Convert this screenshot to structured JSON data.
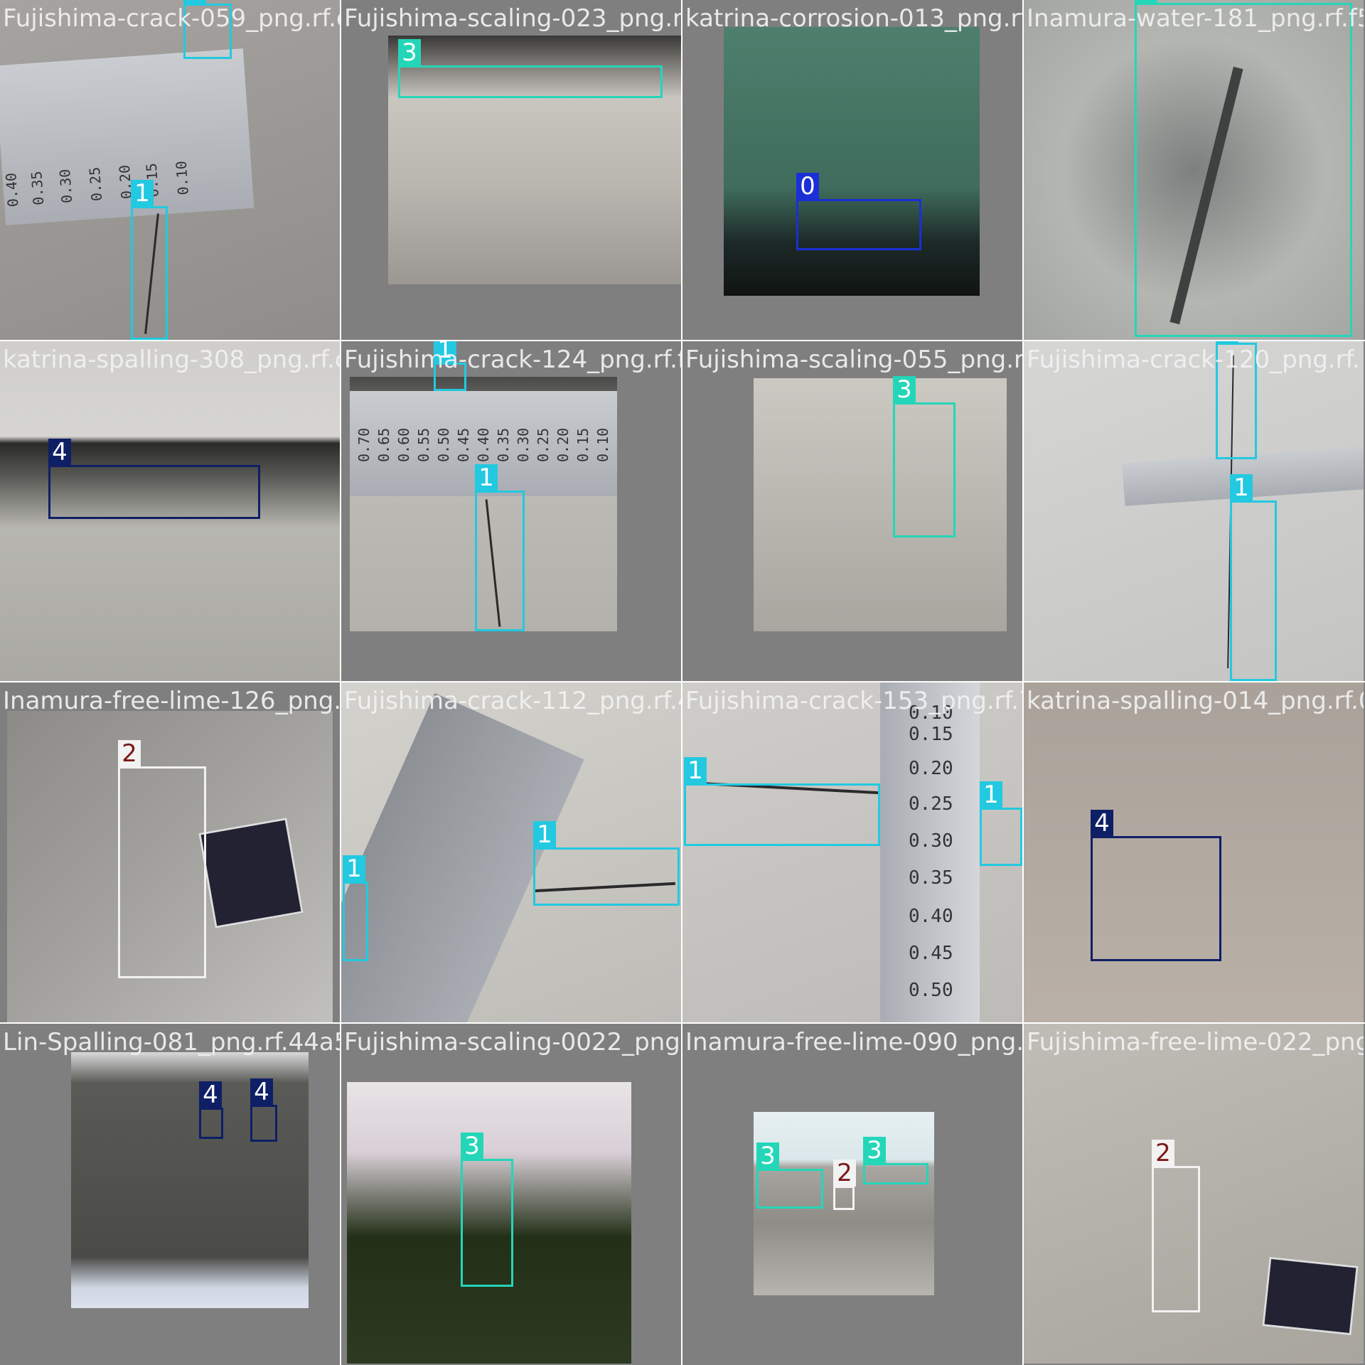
{
  "colors": {
    "class_0": "#1a2fd6",
    "class_1": "#22c9e0",
    "class_2": "#f2f2f2",
    "class_3": "#24d6b8",
    "class_4": "#0e1f66",
    "background": "#808080"
  },
  "tiles": [
    {
      "filename": "Fujishima-crack-059_png.rf.d39c99c76a3fa6",
      "boxes": [
        "1",
        "1"
      ]
    },
    {
      "filename": "Fujishima-scaling-023_png.rf.e790d9c8ed6",
      "boxes": [
        "3"
      ]
    },
    {
      "filename": "katrina-corrosion-013_png.rf.a2fa17993f93",
      "boxes": [
        "0"
      ]
    },
    {
      "filename": "Inamura-water-181_png.rf.f505cf06d53e",
      "boxes": [
        "3"
      ]
    },
    {
      "filename": "katrina-spalling-308_png.rf.c6d3b64",
      "boxes": [
        "4"
      ]
    },
    {
      "filename": "Fujishima-crack-124_png.rf.f025f412e9218",
      "boxes": [
        "1",
        "1"
      ]
    },
    {
      "filename": "Fujishima-scaling-055_png.rf.f91bf3306c3",
      "boxes": [
        "3"
      ]
    },
    {
      "filename": "Fujishima-crack-120_png.rf.",
      "boxes": [
        "1",
        "1"
      ]
    },
    {
      "filename": "Inamura-free-lime-126_png.rf.3e0030c7",
      "boxes": [
        "2"
      ]
    },
    {
      "filename": "Fujishima-crack-112_png.rf.439a00a5b89f8",
      "boxes": [
        "1",
        "1"
      ]
    },
    {
      "filename": "Fujishima-crack-153_png.rf.76fca5f61f93014",
      "boxes": [
        "1",
        "1"
      ]
    },
    {
      "filename": "katrina-spalling-014_png.rf.0e0",
      "boxes": [
        "4"
      ]
    },
    {
      "filename": "Lin-Spalling-081_png.rf.44a5a478abd2936",
      "boxes": [
        "4",
        "4"
      ]
    },
    {
      "filename": "Fujishima-scaling-0022_png.rf.72418fe4753",
      "boxes": [
        "3"
      ]
    },
    {
      "filename": "Inamura-free-lime-090_png.rf.5f14de35e5",
      "boxes": [
        "3",
        "2",
        "3"
      ]
    },
    {
      "filename": "Fujishima-free-lime-022_png",
      "boxes": [
        "2"
      ]
    }
  ],
  "ruler_labels": {
    "tile1": [
      "0.40",
      "0.35",
      "0.30",
      "0.25",
      "0.20",
      "0.15",
      "0.10"
    ],
    "tile6": [
      "0.70",
      "0.65",
      "0.60",
      "0.55",
      "0.50",
      "0.45",
      "0.40",
      "0.35",
      "0.30",
      "0.25",
      "0.20",
      "0.15",
      "0.10"
    ],
    "tile11": [
      "0.10",
      "0.15",
      "0.20",
      "0.25",
      "0.30",
      "0.35",
      "0.40",
      "0.45",
      "0.50"
    ]
  }
}
